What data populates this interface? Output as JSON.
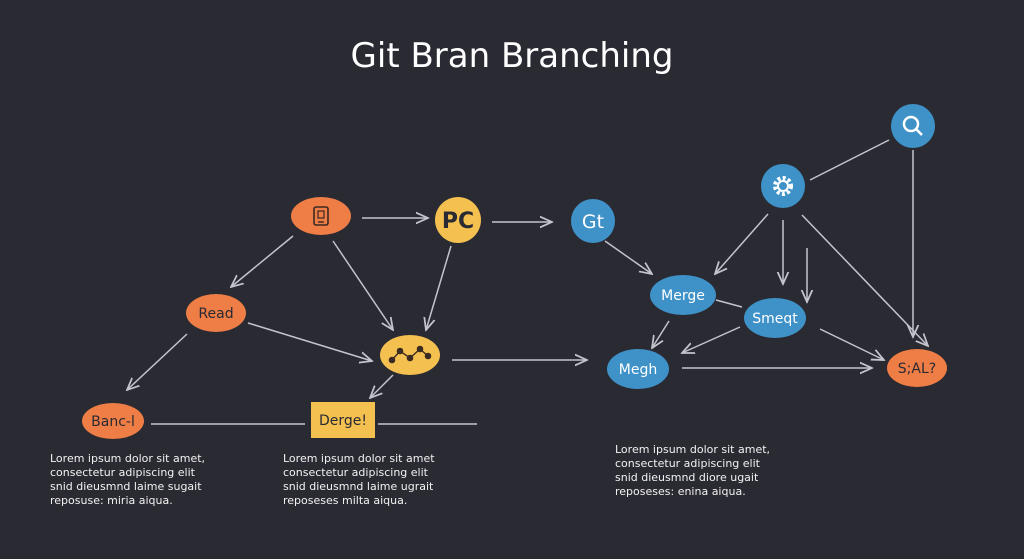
{
  "title": "Git Bran Branching",
  "colors": {
    "background": "#2a2a33",
    "orange": "#ee7e46",
    "yellow": "#f4c050",
    "blue": "#3f92c8",
    "edge": "#c4c4cc"
  },
  "nodes": {
    "phone": {
      "label": "",
      "icon": "phone-icon"
    },
    "pc": {
      "label": "PC"
    },
    "gt": {
      "label": "Gt"
    },
    "read": {
      "label": "Read"
    },
    "commits": {
      "label": "",
      "icon": "molecule-icon"
    },
    "bancl": {
      "label": "Banc-l"
    },
    "derge": {
      "label": "Derge!"
    },
    "search": {
      "label": "",
      "icon": "search-icon"
    },
    "gear": {
      "label": "",
      "icon": "gear-icon"
    },
    "merge": {
      "label": "Merge"
    },
    "smeqt": {
      "label": "Smeqt"
    },
    "megh": {
      "label": "Megh"
    },
    "sal": {
      "label": "S;AL?"
    }
  },
  "paragraphs": {
    "left": [
      "Lorem ipsum dolor sit amet,",
      "consectetur adipiscing elit",
      "snid dieusmnd laime sugait",
      "reposuse: miria aiqua."
    ],
    "middle": [
      "Lorem ipsum dolor sit amet",
      "consectetur adipiscing elit",
      "snid dieusmnd laime ugrait",
      "reposeses milta aiqua."
    ],
    "right": [
      "Lorem ipsum dolor sit amet,",
      "consectetur adipiscing elit",
      "snid dieusmnd diore ugait",
      "reposeses: enina aiqua."
    ]
  }
}
